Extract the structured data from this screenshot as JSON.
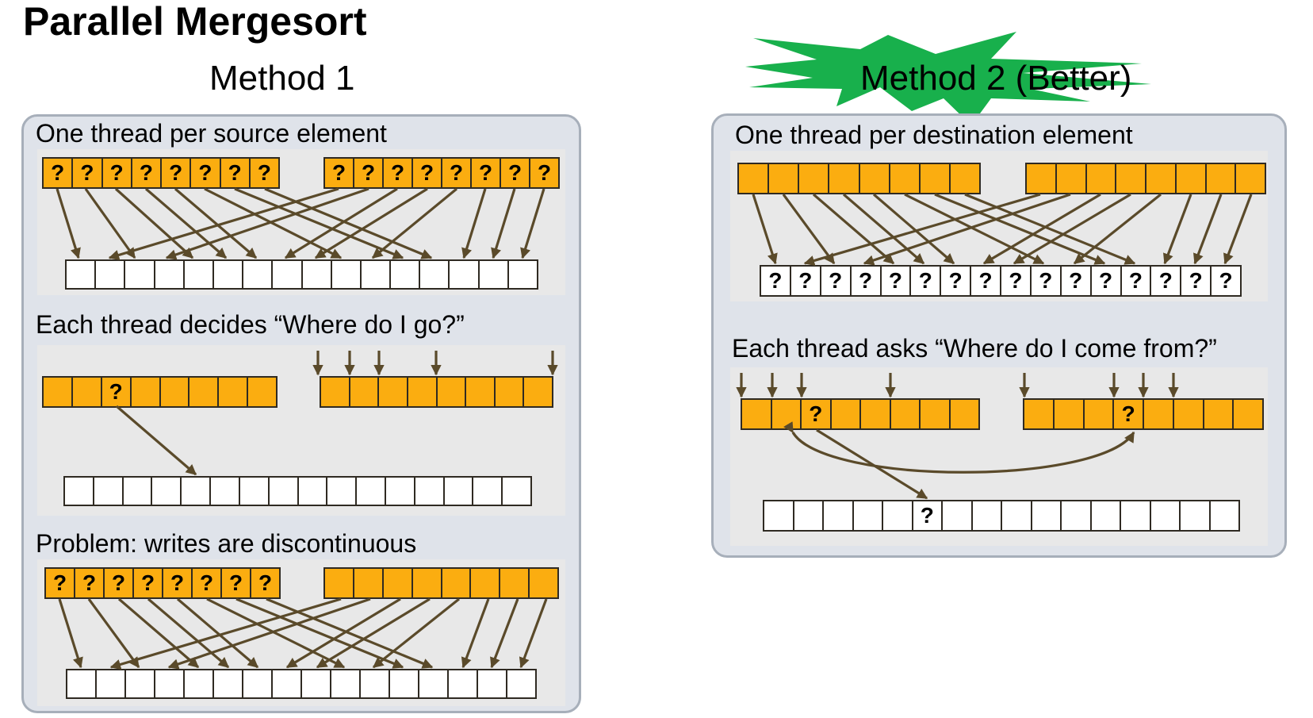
{
  "title": "Parallel Mergesort",
  "method1": {
    "heading": "Method 1",
    "label_one_thread": "One thread per source element",
    "label_each_thread": "Each thread decides “Where do I go?”",
    "label_problem": "Problem: writes are discontinuous"
  },
  "method2": {
    "heading": "Method 2 (Better)",
    "label_one_thread": "One thread per destination element",
    "label_each_thread": "Each thread asks “Where do I come from?”"
  },
  "cell_mark": "?",
  "colors": {
    "source_cell": "#fbad10",
    "arrow": "#5a4a2a",
    "star": "#18b04c",
    "panel": "#dfe3ea"
  }
}
